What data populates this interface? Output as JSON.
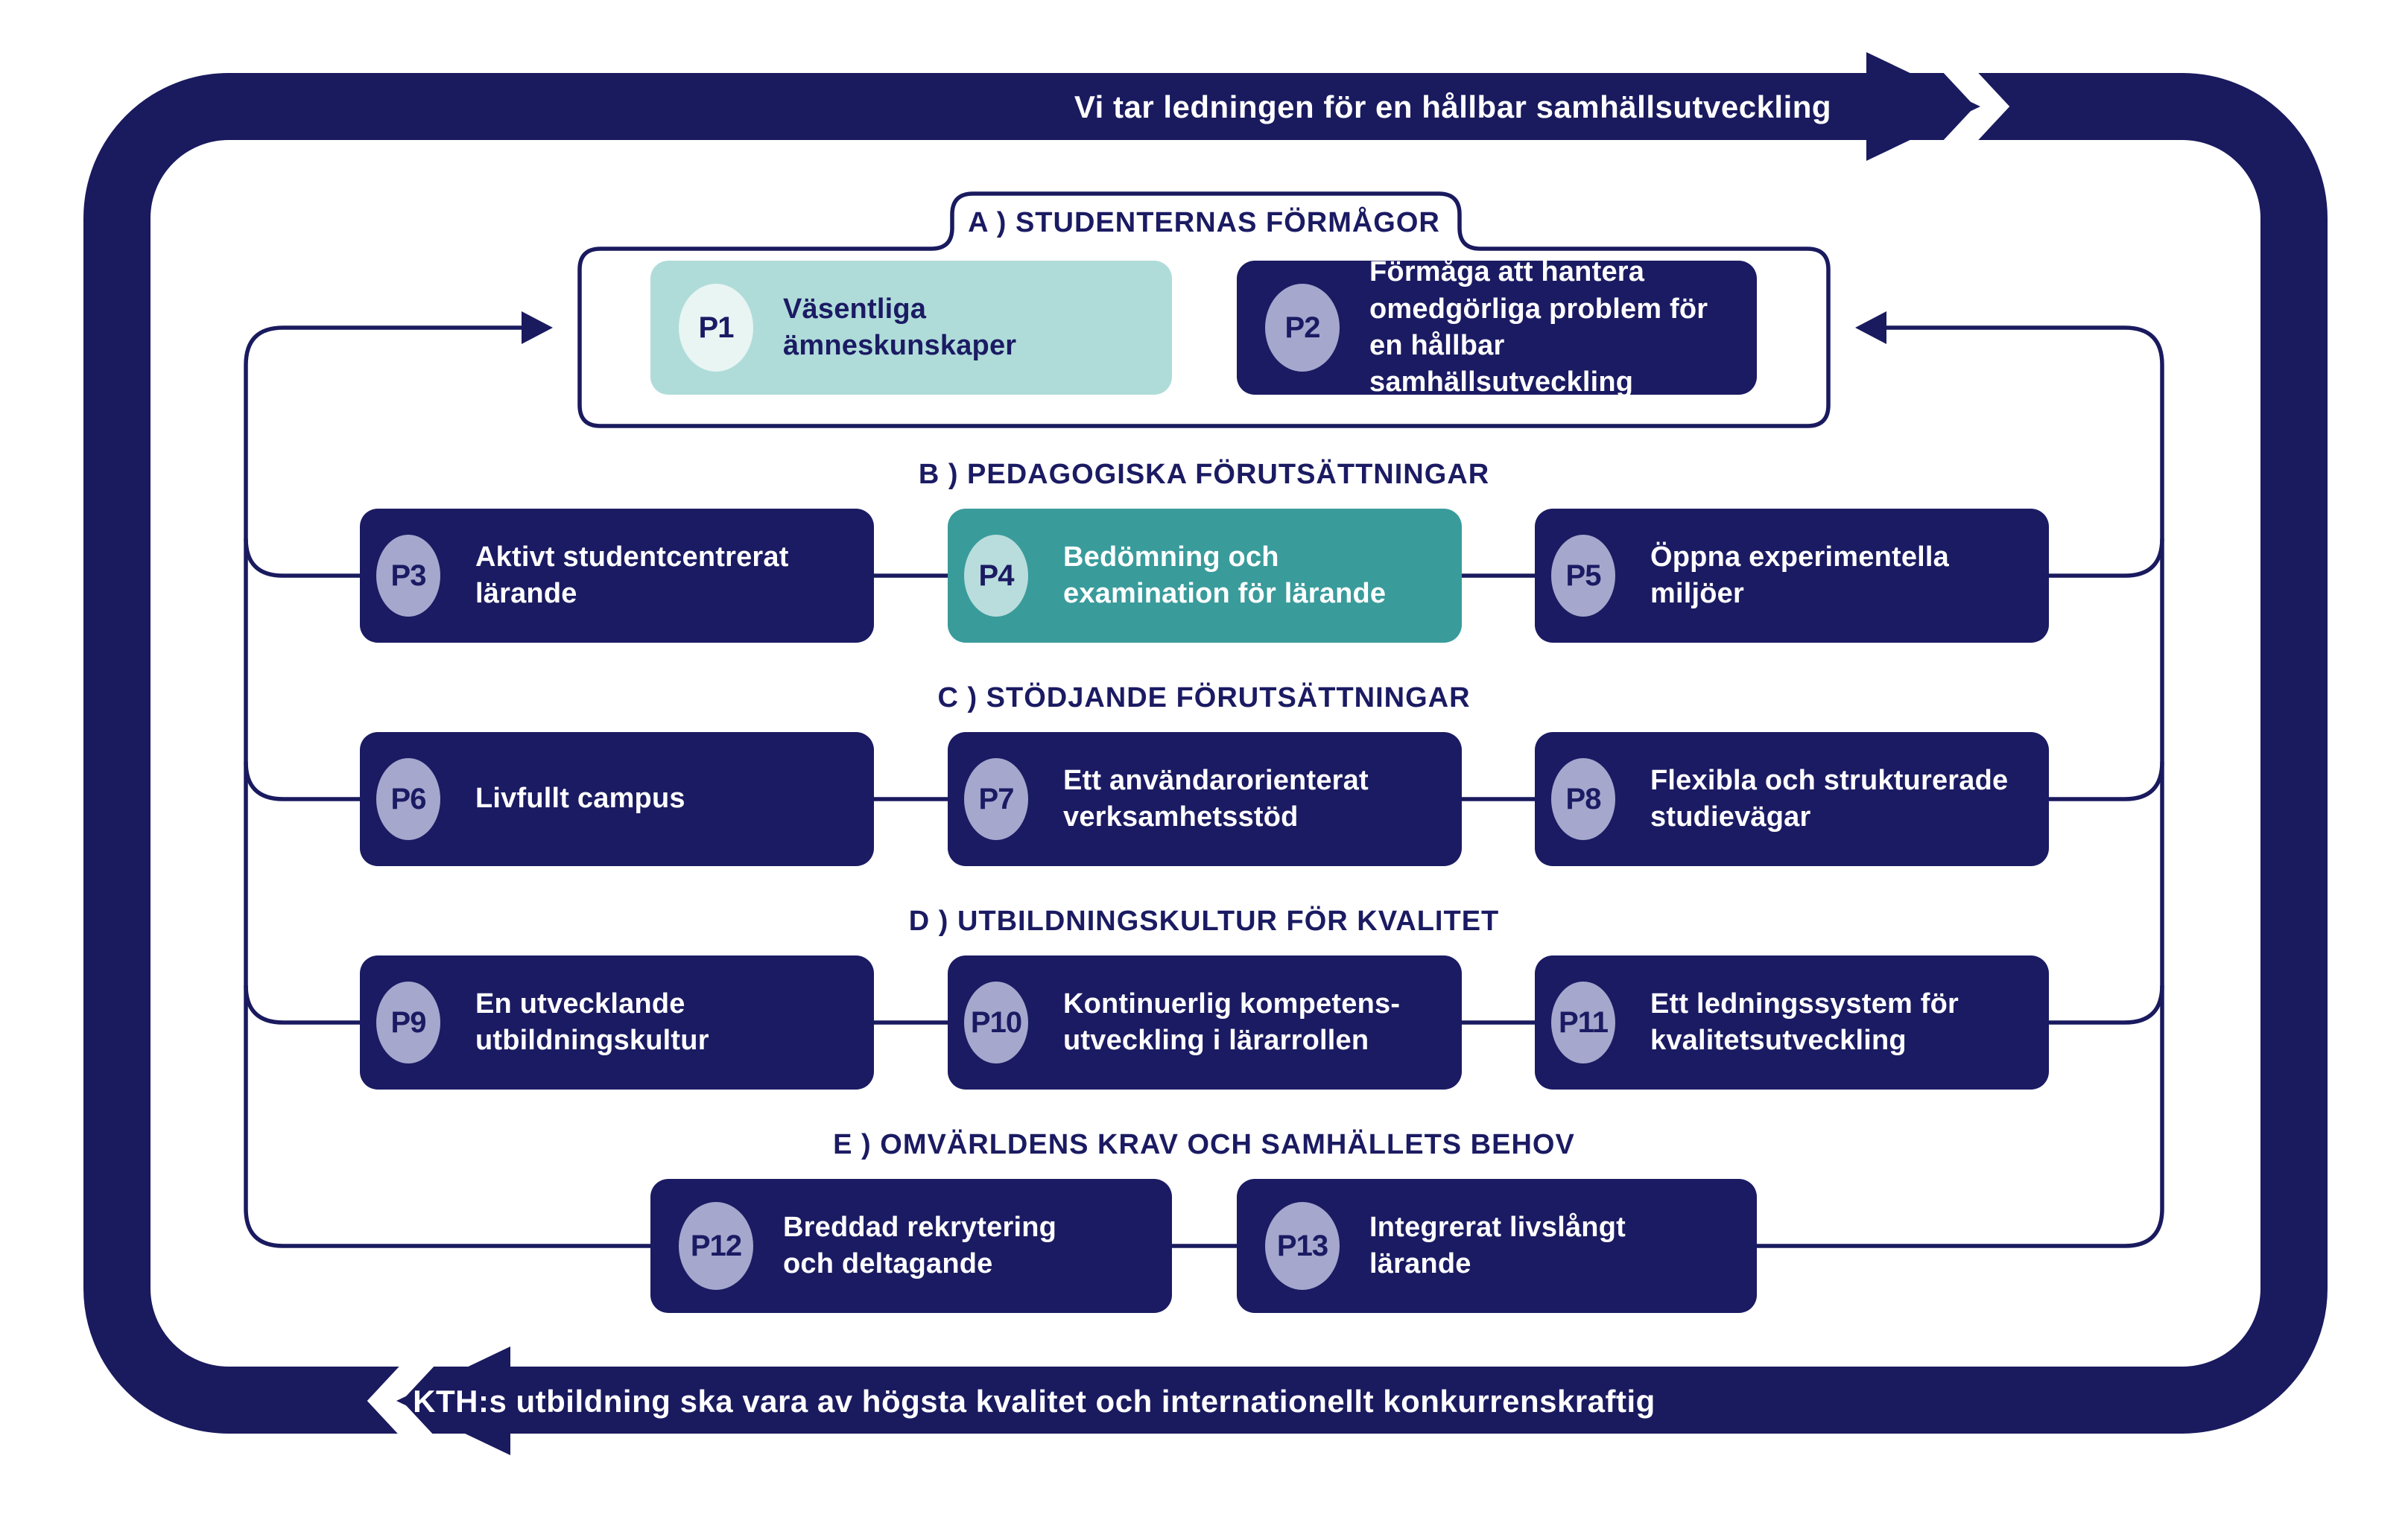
{
  "banners": {
    "top": "Vi tar ledningen för en hållbar samhällsutveckling",
    "bottom": "KTH:s utbildning ska vara av högsta kvalitet och internationellt konkurrenskraftig"
  },
  "sections": [
    {
      "id": "A",
      "label": "A )  STUDENTERNAS FÖRMÅGOR",
      "boxes": [
        {
          "id": "P1",
          "text": "Väsentliga ämneskunskaper"
        },
        {
          "id": "P2",
          "text": "Förmåga att hantera omedgörliga problem för en hållbar samhällsutveckling"
        }
      ]
    },
    {
      "id": "B",
      "label": "B )  PEDAGOGISKA FÖRUTSÄTTNINGAR",
      "boxes": [
        {
          "id": "P3",
          "text": "Aktivt studentcentrerat lärande"
        },
        {
          "id": "P4",
          "text": "Bedömning och examination för lärande"
        },
        {
          "id": "P5",
          "text": "Öppna experimentella miljöer"
        }
      ]
    },
    {
      "id": "C",
      "label": "C )  STÖDJANDE FÖRUTSÄTTNINGAR",
      "boxes": [
        {
          "id": "P6",
          "text": "Livfullt campus"
        },
        {
          "id": "P7",
          "text": "Ett användarorienterat verksamhetsstöd"
        },
        {
          "id": "P8",
          "text": "Flexibla och strukturerade studievägar"
        }
      ]
    },
    {
      "id": "D",
      "label": "D )  UTBILDNINGSKULTUR FÖR KVALITET",
      "boxes": [
        {
          "id": "P9",
          "text": "En utvecklande utbildningskultur"
        },
        {
          "id": "P10",
          "text": "Kontinuerlig kompetens-utveckling i lärarrollen"
        },
        {
          "id": "P11",
          "text": "Ett ledningssystem för kvalitetsutveckling"
        }
      ]
    },
    {
      "id": "E",
      "label": "E )  OMVÄRLDENS KRAV OCH SAMHÄLLETS BEHOV",
      "boxes": [
        {
          "id": "P12",
          "text": "Breddad rekrytering och deltagande"
        },
        {
          "id": "P13",
          "text": "Integrerat livslångt lärande"
        }
      ]
    }
  ],
  "colors": {
    "navy": "#1B1B63",
    "ring_navy": "#1A1A5F",
    "teal": "#3A9B9B",
    "light_teal": "#AFDCD9",
    "lavender_circle": "#A5A7CD",
    "teal_circle": "#B9DDDC",
    "light_circle": "#E8F5F3",
    "background": "#FFFFFF"
  }
}
